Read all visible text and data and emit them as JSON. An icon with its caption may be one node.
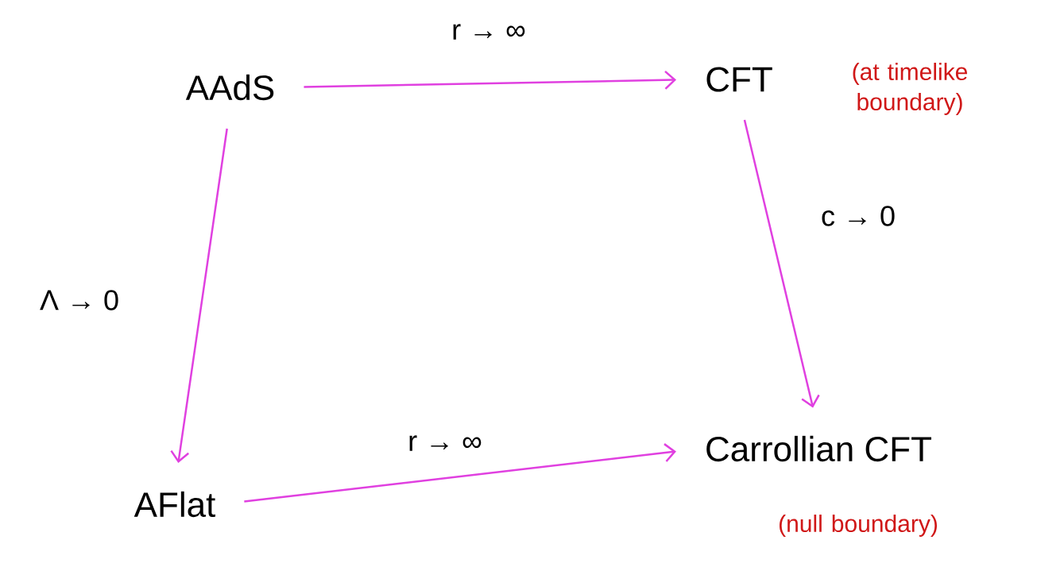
{
  "diagram": {
    "nodes": [
      {
        "text": [
          "AAdS"
        ]
      },
      {
        "text": [
          "CFT"
        ],
        "beside": [
          "(at timelike boundary)"
        ]
      },
      {
        "text": [
          "AFlat"
        ]
      },
      {
        "text": [
          "Carrollian CFT"
        ],
        "beside": [
          "(null boundary)"
        ]
      }
    ],
    "edges": [
      {
        "from": 0,
        "to": 1,
        "arrow": "to",
        "label": "r → ∞"
      },
      {
        "from": 1,
        "to": 3,
        "arrow": "to",
        "label": "c → 0"
      },
      {
        "from": 0,
        "to": 2,
        "arrow": "to",
        "label": "Λ → 0"
      },
      {
        "from": 2,
        "to": 3,
        "arrow": "to",
        "label": "r → ∞"
      }
    ]
  }
}
